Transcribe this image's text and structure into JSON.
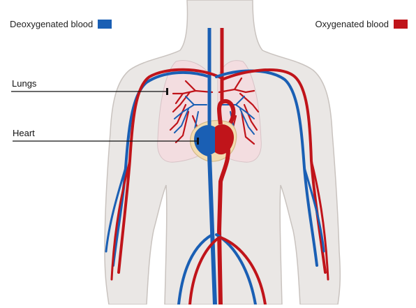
{
  "legend": {
    "deoxygenated": {
      "label": "Deoxygenated blood",
      "color": "#1a5fb4"
    },
    "oxygenated": {
      "label": "Oxygenated blood",
      "color": "#c0141a"
    }
  },
  "labels": {
    "lungs": "Lungs",
    "heart": "Heart"
  },
  "colors": {
    "body_fill": "#eae7e5",
    "body_stroke": "#c9c3bf",
    "lung_fill": "#f3dde0",
    "pericardium": "#f2dcb0"
  }
}
